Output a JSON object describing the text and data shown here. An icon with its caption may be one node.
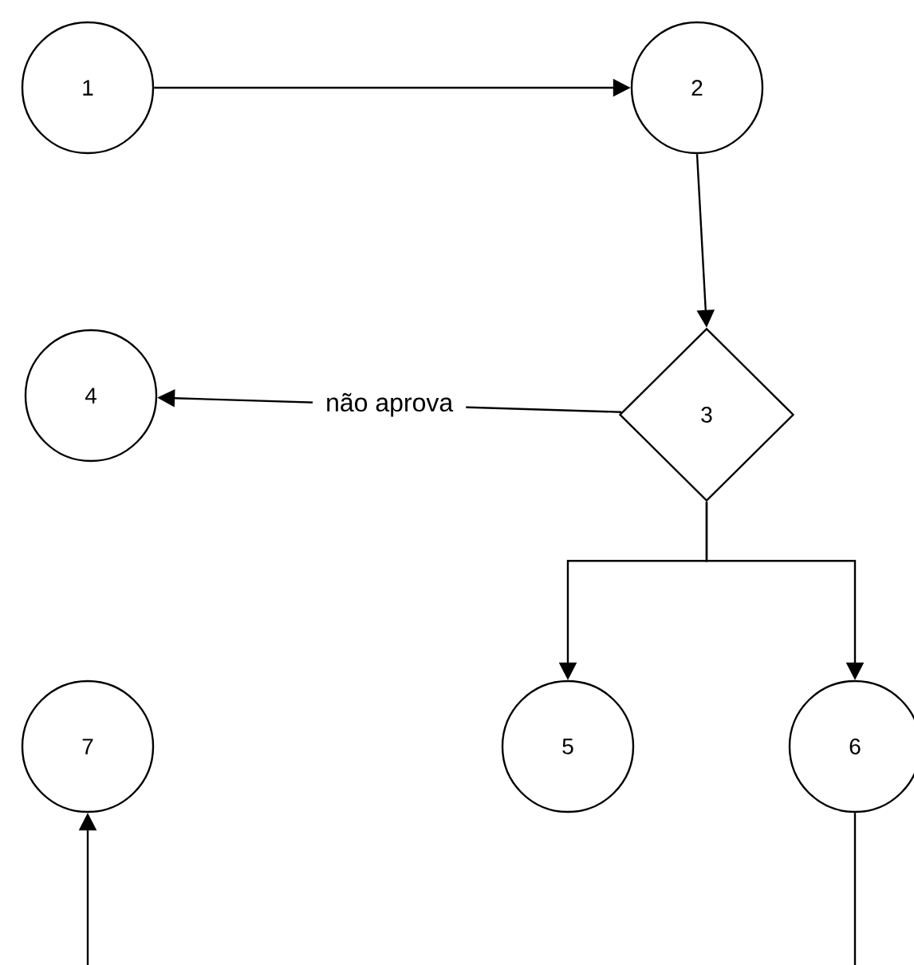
{
  "diagram": {
    "nodes": [
      {
        "text": [
          "1"
        ]
      },
      {
        "text": [
          "2"
        ]
      },
      {
        "text": [
          "3"
        ]
      },
      {
        "text": [
          "4"
        ]
      },
      {
        "text": [
          "5"
        ]
      },
      {
        "text": [
          "6"
        ]
      },
      {
        "text": [
          "7"
        ]
      }
    ],
    "edges": [
      {
        "from": 0,
        "to": 1,
        "arrow": "to"
      },
      {
        "from": 1,
        "to": 2,
        "arrow": "to"
      },
      {
        "from": 2,
        "to": 3,
        "label": "não aprova",
        "arrow": "to"
      },
      {
        "from": 2,
        "to": 4,
        "arrow": "to"
      },
      {
        "from": 2,
        "to": 5,
        "arrow": "to"
      },
      {
        "from": 5,
        "to": null,
        "arrow": "none"
      },
      {
        "from": null,
        "to": 6,
        "arrow": "to"
      }
    ]
  }
}
